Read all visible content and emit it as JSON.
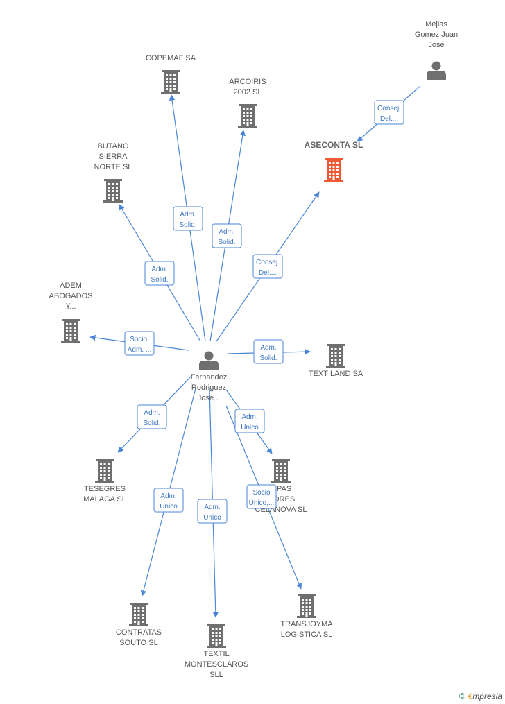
{
  "colors": {
    "edge": "#4a86d8",
    "building": "#6f6f6f",
    "building_highlight": "#ef5a35",
    "person": "#6f6f6f"
  },
  "nodes": [
    {
      "id": "copemaf",
      "type": "company",
      "lines": [
        "COPEMAF SA"
      ]
    },
    {
      "id": "arcoiris",
      "type": "company",
      "lines": [
        "ARCOIRIS",
        "2002  SL"
      ]
    },
    {
      "id": "mejias",
      "type": "person",
      "lines": [
        "Mejias",
        "Gomez Juan",
        "Jose"
      ]
    },
    {
      "id": "aseconta",
      "type": "company",
      "highlight": true,
      "lines": [
        "ASECONTA SL"
      ]
    },
    {
      "id": "butano",
      "type": "company",
      "lines": [
        "BUTANO",
        "SIERRA",
        "NORTE SL"
      ]
    },
    {
      "id": "adem",
      "type": "company",
      "lines": [
        "ADEM",
        "ABOGADOS",
        "Y..."
      ]
    },
    {
      "id": "fernandez",
      "type": "person",
      "lines": [
        "Fernandez",
        "Rodriguez",
        "Jose..."
      ]
    },
    {
      "id": "textiland",
      "type": "company",
      "lines": [
        "TEXTILAND SA"
      ]
    },
    {
      "id": "tesegres",
      "type": "company",
      "lines": [
        "TESEGRES",
        "MALAGA  SL"
      ]
    },
    {
      "id": "celanova",
      "type": "company",
      "lines": [
        "...PAS",
        "...ORES",
        "CELANOVA SL"
      ]
    },
    {
      "id": "contratas",
      "type": "company",
      "lines": [
        "CONTRATAS",
        "SOUTO SL"
      ]
    },
    {
      "id": "textilmont",
      "type": "company",
      "lines": [
        "TEXTIL",
        "MONTESCLAROS",
        "SLL"
      ]
    },
    {
      "id": "transjoyma",
      "type": "company",
      "lines": [
        "TRANSJOYMA",
        "LOGISTICA SL"
      ]
    }
  ],
  "edges": [
    {
      "from": "mejias",
      "to": "aseconta",
      "label": [
        "Consej.",
        "Del...."
      ]
    },
    {
      "from": "fernandez",
      "to": "copemaf",
      "label": [
        "Adm.",
        "Solid."
      ]
    },
    {
      "from": "fernandez",
      "to": "arcoiris",
      "label": [
        "Adm.",
        "Solid."
      ]
    },
    {
      "from": "fernandez",
      "to": "butano",
      "label": [
        "Adm.",
        "Solid."
      ]
    },
    {
      "from": "fernandez",
      "to": "aseconta",
      "label": [
        "Consej.",
        "Del...."
      ]
    },
    {
      "from": "fernandez",
      "to": "adem",
      "label": [
        "Socio,",
        "Adm. ..."
      ]
    },
    {
      "from": "fernandez",
      "to": "textiland",
      "label": [
        "Adm.",
        "Solid."
      ]
    },
    {
      "from": "fernandez",
      "to": "tesegres",
      "label": [
        "Adm.",
        "Solid."
      ]
    },
    {
      "from": "fernandez",
      "to": "celanova",
      "label": [
        "Adm.",
        "Unico"
      ]
    },
    {
      "from": "fernandez",
      "to": "contratas",
      "label": [
        "Adm.",
        "Unico"
      ]
    },
    {
      "from": "fernandez",
      "to": "textilmont",
      "label": [
        "Adm.",
        "Unico"
      ]
    },
    {
      "from": "fernandez",
      "to": "transjoyma",
      "label": [
        "Socio",
        "Único,..."
      ]
    }
  ],
  "footer": {
    "copyright": "©",
    "brand_initial": "€",
    "brand_rest": "mpresia"
  }
}
